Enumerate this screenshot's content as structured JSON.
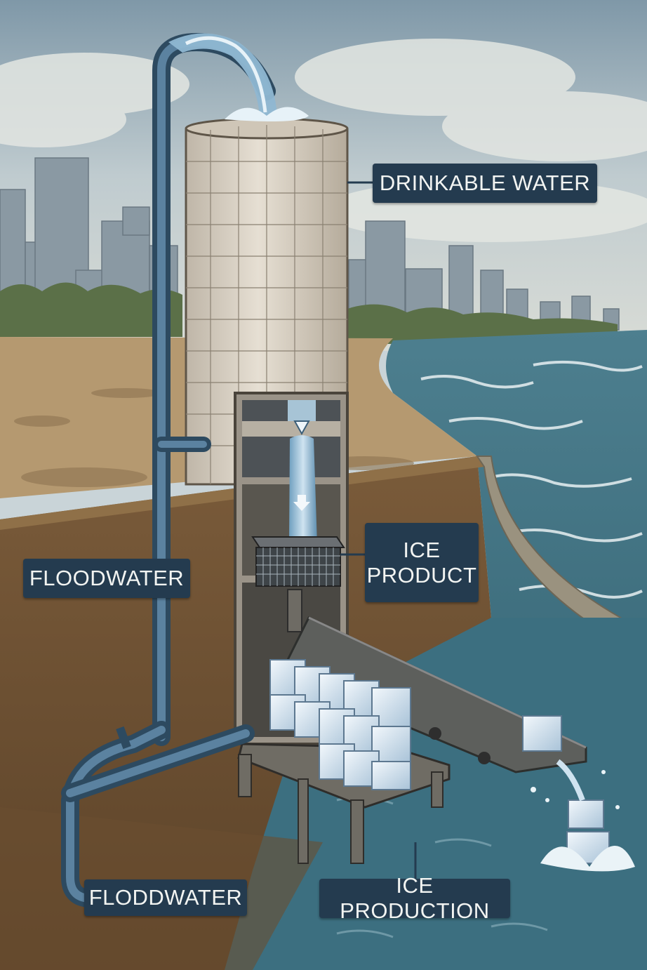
{
  "labels": {
    "drinkable_water": "DRINKABLE WATER",
    "floodwater_upper": "FLOODWATER",
    "ice_product_line1": "ICE",
    "ice_product_line2": "PRODUCT",
    "floodwater_lower": "FLODDWATER",
    "ice_production": "ICE PRODUCTION"
  },
  "colors": {
    "sky": "#b9c8cf",
    "sea": "#3f6f7e",
    "soil": "#6e5234",
    "beach": "#b79a6e",
    "tower": "#d9d0c2",
    "pipe": "#3b5e78",
    "label_bg": "#243b4f",
    "ice": "#d9e7f2"
  },
  "icons": [
    "water-tower",
    "pipe",
    "ice-cube",
    "conveyor-belt",
    "city-skyline",
    "waves"
  ]
}
